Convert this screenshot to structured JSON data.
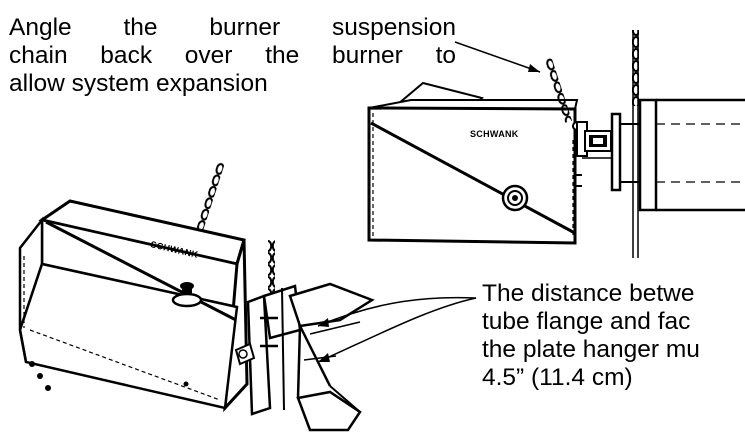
{
  "callouts": {
    "top_lines": [
      "Angle the burner suspension",
      "chain back over the burner to",
      "allow system expansion"
    ],
    "bottom_lines": [
      "The distance betwe",
      "tube flange and fac",
      "the plate hanger mu",
      "4.5” (11.4 cm)"
    ]
  },
  "burner_top": {
    "brand": "SCHWANK"
  },
  "burner_bottom": {
    "brand": "SCHWANK"
  }
}
